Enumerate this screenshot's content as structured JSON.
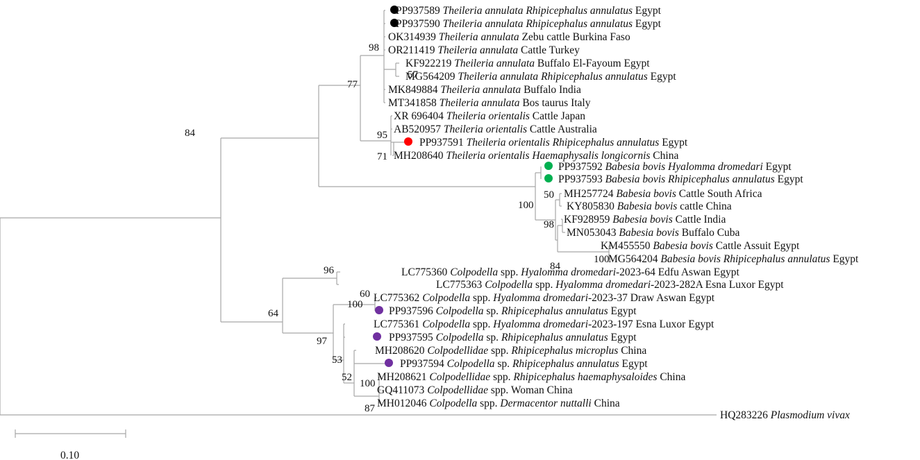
{
  "colors": {
    "branch": "#a6a6a6",
    "black": "#000000",
    "red": "#ff0000",
    "green": "#00b050",
    "purple": "#7030a0"
  },
  "scale_bar": {
    "label": "0.10"
  },
  "taxa": [
    {
      "acc": "PP937589",
      "species": "Theileria annulata",
      "host": "Rhipicephalus annulatus",
      "host_italic": true,
      "location": "Egypt",
      "marker": "black"
    },
    {
      "acc": "PP937590",
      "species": "Theileria annulata",
      "host": "Rhipicephalus annulatus",
      "host_italic": true,
      "location": "Egypt",
      "marker": "black"
    },
    {
      "acc": "OK314939",
      "species": "Theileria annulata",
      "host": "Zebu cattle",
      "host_italic": false,
      "location": "Burkina Faso"
    },
    {
      "acc": "OR211419",
      "species": "Theileria annulata",
      "host": "Cattle",
      "host_italic": false,
      "location": "Turkey"
    },
    {
      "acc": "KF922219",
      "species": "Theileria annulata",
      "host": "Buffalo",
      "host_italic": false,
      "location": "El-Fayoum Egypt"
    },
    {
      "acc": "MG564209",
      "species": "Theileria annulata",
      "host": "Rhipicephalus annulatus",
      "host_italic": true,
      "location": "Egypt"
    },
    {
      "acc": "MK849884",
      "species": "Theileria annulata",
      "host": "Buffalo",
      "host_italic": false,
      "location": "India"
    },
    {
      "acc": "MT341858",
      "species": "Theileria annulata",
      "host": "Bos taurus",
      "host_italic": false,
      "location": "Italy"
    },
    {
      "acc": "XR 696404",
      "species": "Theileria orientalis",
      "host": "Cattle",
      "host_italic": false,
      "location": "Japan"
    },
    {
      "acc": "AB520957",
      "species": "Theileria orientalis",
      "host": "Cattle",
      "host_italic": false,
      "location": "Australia"
    },
    {
      "acc": "PP937591",
      "species": "Theileria orientalis",
      "host": "Rhipicephalus annulatus",
      "host_italic": true,
      "location": "Egypt",
      "marker": "red"
    },
    {
      "acc": "MH208640",
      "species": "Theileria orientalis",
      "host": "Haemaphysalis longicornis",
      "host_italic": true,
      "location": "China"
    },
    {
      "acc": "PP937592",
      "species": "Babesia bovis",
      "host": "Hyalomma dromedari",
      "host_italic": true,
      "location": "Egypt",
      "marker": "green"
    },
    {
      "acc": "PP937593",
      "species": "Babesia bovis",
      "host": "Rhipicephalus annulatus",
      "host_italic": true,
      "location": "Egypt",
      "marker": "green"
    },
    {
      "acc": "MH257724",
      "species": "Babesia bovis",
      "host": "Cattle",
      "host_italic": false,
      "location": "South Africa"
    },
    {
      "acc": "KY805830",
      "species": "Babesia bovis",
      "host": "cattle",
      "host_italic": false,
      "location": "China"
    },
    {
      "acc": "KF928959",
      "species": "Babesia bovis",
      "host": "Cattle",
      "host_italic": false,
      "location": "India"
    },
    {
      "acc": "MN053043",
      "species": "Babesia bovis",
      "host": "Buffalo",
      "host_italic": false,
      "location": "Cuba"
    },
    {
      "acc": "KM455550",
      "species": "Babesia bovis",
      "host": "Cattle",
      "host_italic": false,
      "location": "Assuit Egypt"
    },
    {
      "acc": "MG564204",
      "species": "Babesia bovis",
      "host": "Rhipicephalus annulatus",
      "host_italic": true,
      "location": "Egypt"
    },
    {
      "acc": "LC775360",
      "species": "Colpodella",
      "species_suffix": "spp.",
      "host": "Hyalomma dromedari",
      "host_italic": true,
      "location": "-2023-64 Edfu Aswan Egypt"
    },
    {
      "acc": "LC775363",
      "species": "Colpodella",
      "species_suffix": "spp.",
      "host": "Hyalomma dromedari",
      "host_italic": true,
      "location": "-2023-282A Esna Luxor Egypt"
    },
    {
      "acc": "LC775362",
      "species": "Colpodella",
      "species_suffix": "spp.",
      "host": "Hyalomma dromedari",
      "host_italic": true,
      "location": "-2023-37 Draw Aswan Egypt"
    },
    {
      "acc": "PP937596",
      "species": "Colpodella",
      "species_suffix": "sp.",
      "host": "Rhipicephalus annulatus",
      "host_italic": true,
      "location": "Egypt",
      "marker": "purple"
    },
    {
      "acc": "LC775361",
      "species": "Colpodella",
      "species_suffix": "spp.",
      "host": "Hyalomma dromedari",
      "host_italic": true,
      "location": "-2023-197 Esna Luxor Egypt"
    },
    {
      "acc": "PP937595",
      "species": "Colpodella",
      "species_suffix": "sp.",
      "host": "Rhipicephalus annulatus",
      "host_italic": true,
      "location": "Egypt",
      "marker": "purple"
    },
    {
      "acc": "MH208620",
      "species": "Colpodellidae",
      "species_suffix": "spp.",
      "host": "Rhipicephalus microplus",
      "host_italic": true,
      "location": "China"
    },
    {
      "acc": "PP937594",
      "species": "Colpodella",
      "species_suffix": "sp.",
      "host": "Rhipicephalus annulatus",
      "host_italic": true,
      "location": "Egypt",
      "marker": "purple"
    },
    {
      "acc": "MH208621",
      "species": "Colpodellidae",
      "species_suffix": "spp.",
      "host": "Rhipicephalus haemaphysaloides",
      "host_italic": true,
      "location": "China"
    },
    {
      "acc": "GQ411073",
      "species": "Colpodellidae",
      "species_suffix": "spp.",
      "host": "Woman",
      "host_italic": false,
      "location": "China"
    },
    {
      "acc": "MH012046",
      "species": "Colpodella",
      "species_suffix": "spp.",
      "host": "Dermacentor nuttalli",
      "host_italic": true,
      "location": "China"
    },
    {
      "acc": "HQ283226",
      "species": "Plasmodium vivax",
      "host": "",
      "host_italic": false,
      "location": ""
    }
  ],
  "bootstrap": [
    "98",
    "77",
    "57",
    "84",
    "95",
    "71",
    "50",
    "100",
    "98",
    "84",
    "100",
    "96",
    "60",
    "100",
    "64",
    "97",
    "53",
    "52",
    "100",
    "87"
  ]
}
